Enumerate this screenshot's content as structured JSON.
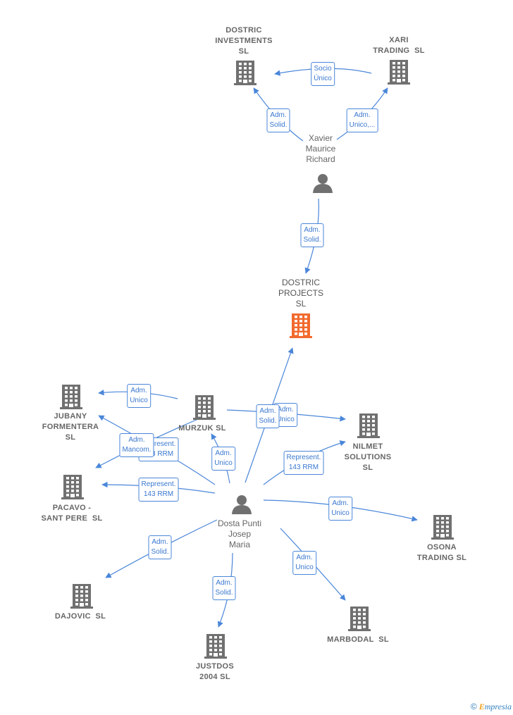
{
  "nodes": {
    "dostric_investments": {
      "label": "DOSTRIC\nINVESTMENTS\nSL",
      "type": "company"
    },
    "xari_trading": {
      "label": "XARI\nTRADING  SL",
      "type": "company"
    },
    "xavier": {
      "label": "Xavier\nMaurice\nRichard",
      "type": "person"
    },
    "dostric_projects": {
      "label": "DOSTRIC\nPROJECTS\nSL",
      "type": "focus"
    },
    "jubany": {
      "label": "JUBANY\nFORMENTERA\nSL",
      "type": "company"
    },
    "murzuk": {
      "label": "MURZUK SL",
      "type": "company"
    },
    "nilmet": {
      "label": "NILMET\nSOLUTIONS\nSL",
      "type": "company"
    },
    "pacavo": {
      "label": "PACAVO -\nSANT PERE  SL",
      "type": "company"
    },
    "dosta": {
      "label": "Dosta Punti\nJosep\nMaria",
      "type": "person"
    },
    "osona": {
      "label": "OSONA\nTRADING SL",
      "type": "company"
    },
    "dajovic": {
      "label": "DAJOVIC  SL",
      "type": "company"
    },
    "marbodal": {
      "label": "MARBODAL  SL",
      "type": "company"
    },
    "justdos": {
      "label": "JUSTDOS\n2004 SL",
      "type": "company"
    }
  },
  "edges": [
    {
      "id": "e1",
      "label": "Socio\nÚnico"
    },
    {
      "id": "e2",
      "label": "Adm.\nSolid."
    },
    {
      "id": "e3",
      "label": "Adm.\nUnico,..."
    },
    {
      "id": "e4",
      "label": "Adm.\nSolid."
    },
    {
      "id": "e5",
      "label": "Adm.\nUnico"
    },
    {
      "id": "e6",
      "label": "Represent.\n143 RRM"
    },
    {
      "id": "e7",
      "label": "Adm.\nMancom."
    },
    {
      "id": "e8",
      "label": "Adm.\nUnico"
    },
    {
      "id": "e9",
      "label": "Adm.\nUnico"
    },
    {
      "id": "e10",
      "label": "Adm.\nSolid."
    },
    {
      "id": "e11",
      "label": "Represent.\n143 RRM"
    },
    {
      "id": "e12",
      "label": "Represent.\n143 RRM"
    },
    {
      "id": "e13",
      "label": "Adm.\nUnico"
    },
    {
      "id": "e14",
      "label": "Adm.\nSolid."
    },
    {
      "id": "e15",
      "label": "Adm.\nSolid."
    },
    {
      "id": "e16",
      "label": "Adm.\nUnico"
    }
  ],
  "colors": {
    "edge": "#4a86d9",
    "company_icon": "#707070",
    "focus_icon": "#f26a2e",
    "person_icon": "#707070"
  },
  "footer": {
    "copyright": "©",
    "brand_first": "E",
    "brand_rest": "mpresia"
  }
}
